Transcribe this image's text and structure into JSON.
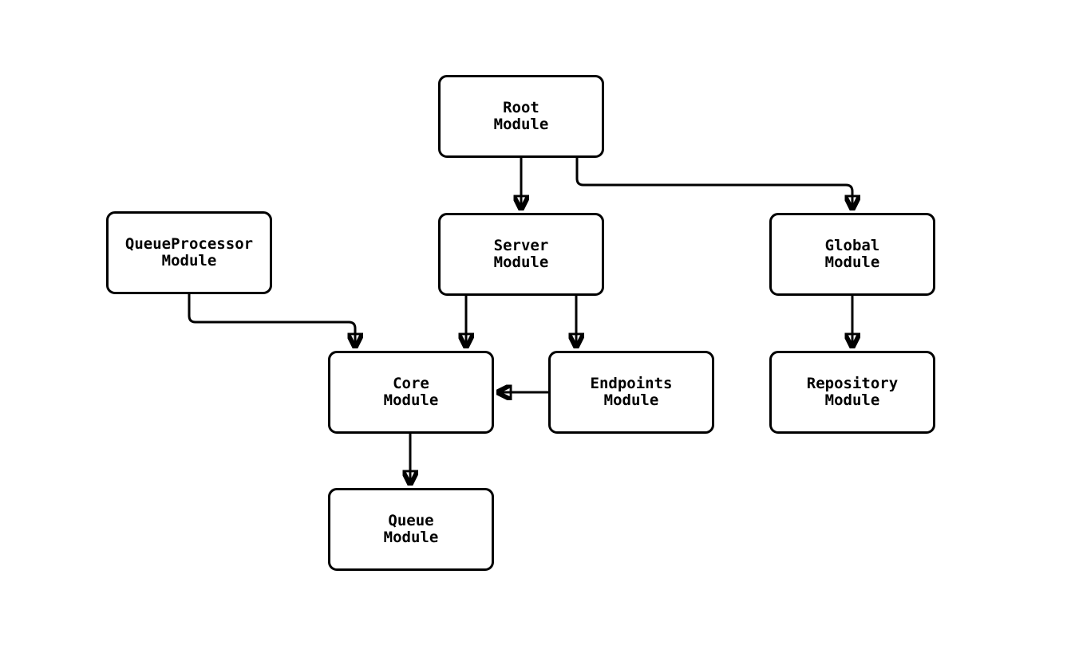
{
  "diagram": {
    "type": "flowchart",
    "colors": {
      "background": "#ffffff",
      "node_fill": "#ffffff",
      "node_border": "#000000",
      "edge_stroke": "#000000",
      "text": "#000000"
    },
    "nodes": {
      "root": {
        "line1": "Root",
        "line2": "Module"
      },
      "queueproc": {
        "line1": "QueueProcessor",
        "line2": "Module"
      },
      "server": {
        "line1": "Server",
        "line2": "Module"
      },
      "global": {
        "line1": "Global",
        "line2": "Module"
      },
      "core": {
        "line1": "Core",
        "line2": "Module"
      },
      "endpoints": {
        "line1": "Endpoints",
        "line2": "Module"
      },
      "repository": {
        "line1": "Repository",
        "line2": "Module"
      },
      "queue": {
        "line1": "Queue",
        "line2": "Module"
      }
    },
    "edges": [
      {
        "from": "Root Module",
        "to": "Server Module"
      },
      {
        "from": "Root Module",
        "to": "Global Module"
      },
      {
        "from": "QueueProcessor Module",
        "to": "Core Module"
      },
      {
        "from": "Server Module",
        "to": "Core Module"
      },
      {
        "from": "Server Module",
        "to": "Endpoints Module"
      },
      {
        "from": "Endpoints Module",
        "to": "Core Module"
      },
      {
        "from": "Global Module",
        "to": "Repository Module"
      },
      {
        "from": "Core Module",
        "to": "Queue Module"
      }
    ]
  }
}
